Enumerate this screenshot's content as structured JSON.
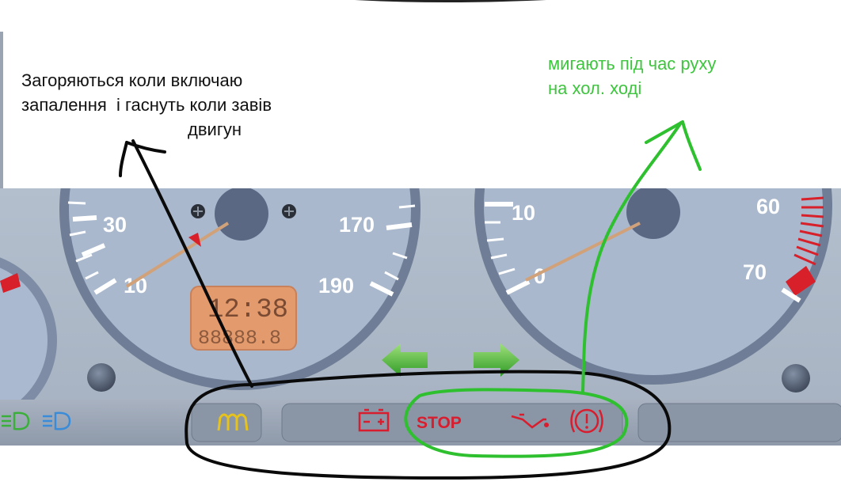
{
  "notes": {
    "ignition": {
      "line1": "Загоряються коли включаю",
      "line2": "запалення  і гаснуть коли завів",
      "line3": "двигун"
    },
    "driving": {
      "line1": "мигають під час руху",
      "line2": "на хол. ході"
    }
  },
  "speedometer": {
    "labels": [
      "10",
      "30",
      "170",
      "190"
    ],
    "display": {
      "time": "12:38",
      "odometer": "88888.8"
    }
  },
  "tachometer": {
    "labels": [
      "0",
      "10",
      "60",
      "70"
    ]
  },
  "warning_lights": {
    "glow_plug": "glow-plug-icon",
    "battery": "battery-icon",
    "stop": "STOP",
    "oil": "oil-pressure-icon",
    "brake": "brake-warning-icon"
  },
  "colors": {
    "annotation_black": "#111111",
    "annotation_green": "#3ec43e",
    "warning_red": "#d81e2e",
    "glow_plug_yellow": "#e6c21c",
    "lcd_orange": "#e39a6c"
  }
}
